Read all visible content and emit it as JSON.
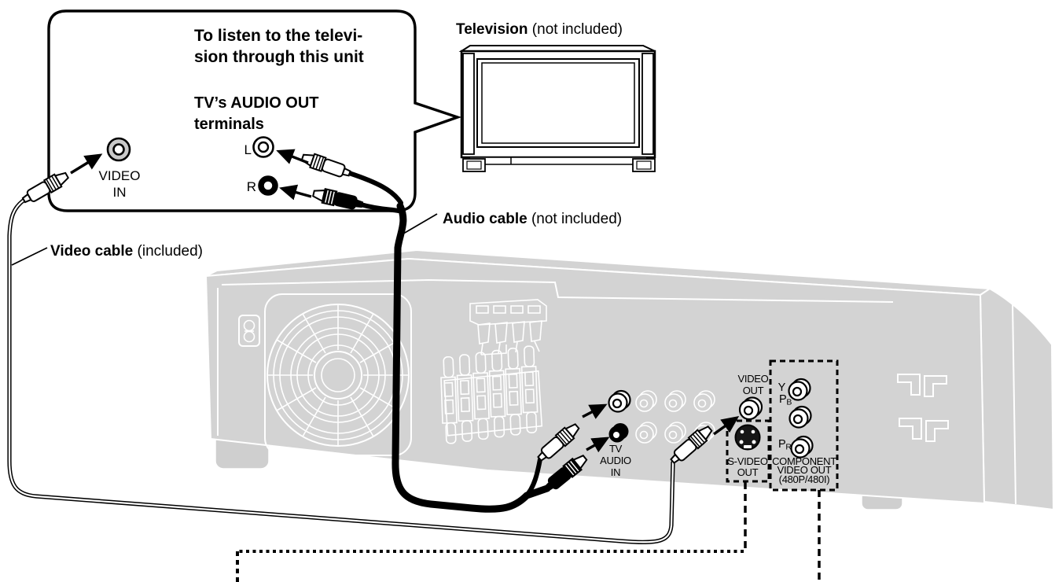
{
  "colors": {
    "unit_gray": "#d3d3d3",
    "outline_white": "#ffffff",
    "ink": "#000000",
    "jack_ring_gray": "#c9c9c9"
  },
  "callout": {
    "title_line1": "To listen to the televi-",
    "title_line2": "sion through this unit",
    "terminals_line1": "TV’s AUDIO OUT",
    "terminals_line2": "terminals",
    "video_in_line1": "VIDEO",
    "video_in_line2": "IN",
    "left_channel": "L",
    "right_channel": "R"
  },
  "tv": {
    "name": "Television",
    "note": " (not included)"
  },
  "labels": {
    "audio_cable": "Audio cable",
    "audio_cable_note": " (not included)",
    "video_cable": "Video cable",
    "video_cable_note": " (included)"
  },
  "panel": {
    "video_out_1": "VIDEO",
    "video_out_2": "OUT",
    "tv_audio_in_1": "TV",
    "tv_audio_in_2": "AUDIO",
    "tv_audio_in_3": "IN",
    "s_video_1": "S-VIDEO",
    "s_video_2": "OUT",
    "component_1": "COMPONENT",
    "component_2": "VIDEO OUT",
    "component_3": "(480P/480I)",
    "y_label": "Y",
    "pb_base": "P",
    "pb_sub": "B",
    "pr_base": "P",
    "pr_sub": "R"
  }
}
